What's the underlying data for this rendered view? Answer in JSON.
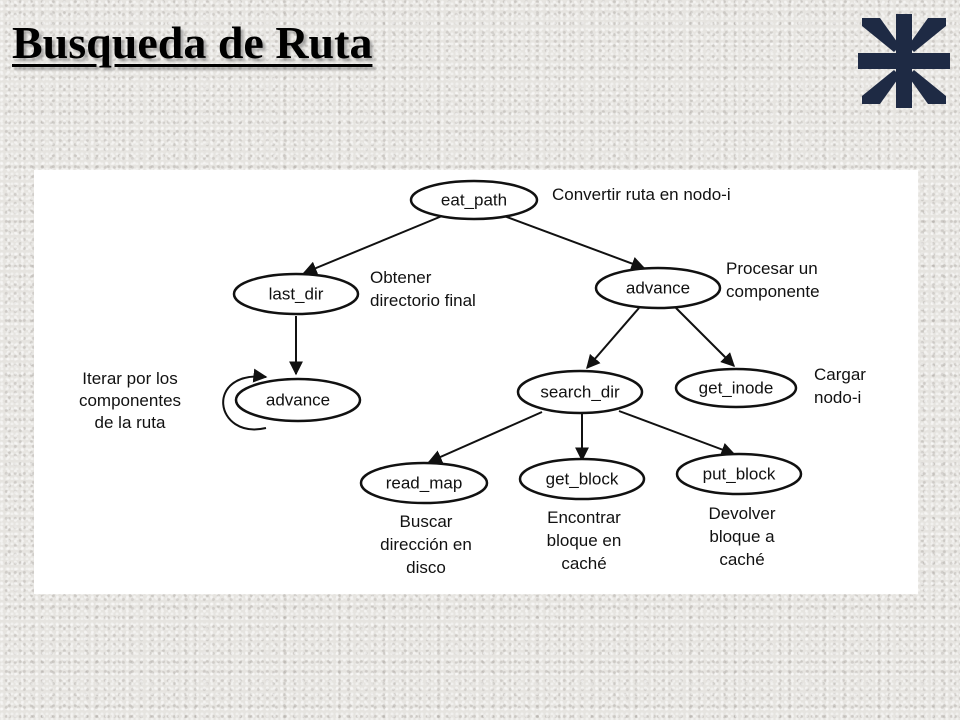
{
  "title": "Busqueda de Ruta",
  "logo": {
    "icon": "utn-logo-icon",
    "color": "#1e2a44"
  },
  "diagram": {
    "nodes": {
      "eat_path": "eat_path",
      "last_dir": "last_dir",
      "advance_main": "advance",
      "advance_loop": "advance",
      "search_dir": "search_dir",
      "get_inode": "get_inode",
      "read_map": "read_map",
      "get_block": "get_block",
      "put_block": "put_block"
    },
    "descriptions": {
      "eat_path": [
        "Convertir ruta en nodo-i"
      ],
      "last_dir": [
        "Obtener",
        "directorio final"
      ],
      "advance_main": [
        "Procesar un",
        "componente"
      ],
      "advance_loop": [
        "Iterar por los",
        "componentes",
        "de la ruta"
      ],
      "get_inode": [
        "Cargar",
        "nodo-i"
      ],
      "read_map": [
        "Buscar",
        "dirección en",
        "disco"
      ],
      "get_block": [
        "Encontrar",
        "bloque en",
        "caché"
      ],
      "put_block": [
        "Devolver",
        "bloque a",
        "caché"
      ]
    }
  }
}
